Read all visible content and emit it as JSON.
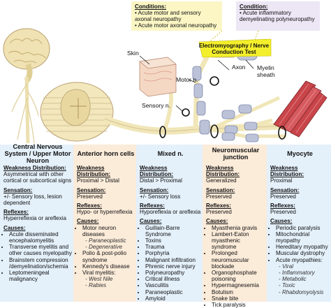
{
  "conditions_left": {
    "heading": "Conditions:",
    "items": [
      "Acute motor and sensory axonal neuropathy",
      "Acute motor axonal neuropathy"
    ]
  },
  "conditions_right": {
    "heading": "Condition:",
    "items": [
      "Acute inflammatory demyelinating polyneuropathy"
    ]
  },
  "emg_label": "Electromyography / Nerve Conduction Test",
  "labels": {
    "skin": "Skin",
    "axon": "Axon",
    "myelin": "Myelin sheath",
    "motor": "Motor n.",
    "sensory": "Sensory n."
  },
  "columns": [
    {
      "title": "Central Nervous System / Upper Motor Neuron",
      "weakness": "Asymmetrical with other cortical or subcortical signs",
      "sensation": "+/- Sensory loss, lesion dependent",
      "reflexes": "Hyperreflexia or areflexia",
      "causes": [
        {
          "text": "Acute disseminated encephalomyelitis"
        },
        {
          "text": "Transverse myelitis and other causes myelopathy"
        },
        {
          "text": "Brainstem compression /demyelination/schemia"
        },
        {
          "text": "Leptomeningeal malignancy"
        }
      ]
    },
    {
      "title": "Anterior horn cells",
      "weakness": "Proximal > Distal",
      "sensation": "Preserved",
      "reflexes": "Hypo- or hyperreflexia",
      "causes": [
        {
          "text": "Motor neuron diseases"
        },
        {
          "text": "Paraneoplastic",
          "sub": true
        },
        {
          "text": "Degenerative",
          "sub": true
        },
        {
          "text": "Polio & post-polio syndrome"
        },
        {
          "text": "Kennedy's disease"
        },
        {
          "text": "Viral myelitis:"
        },
        {
          "text": "West Nile",
          "sub": true
        },
        {
          "text": "Rabies",
          "sub": true
        }
      ]
    },
    {
      "title": "Mixed n.",
      "weakness": "Distal > Proximal",
      "sensation": "+/- Sensory loss",
      "reflexes": "Hyporeflexia or areflexia",
      "causes": [
        {
          "text": "Guillain-Barre Syndrome"
        },
        {
          "text": "Toxins"
        },
        {
          "text": "Trauma"
        },
        {
          "text": "Porphyria"
        },
        {
          "text": "Malignant infiltration"
        },
        {
          "text": "Phrenic nerve injury"
        },
        {
          "text": "Polyneuropathy"
        },
        {
          "text": "Critical illness"
        },
        {
          "text": "Vasculitis"
        },
        {
          "text": "Paraneoplastic"
        },
        {
          "text": "Amyloid"
        }
      ]
    },
    {
      "title": "Neuromuscular junction",
      "weakness": "Generalized",
      "sensation": "Preserved",
      "reflexes": "Preserved",
      "causes": [
        {
          "text": "Myasthenia gravis"
        },
        {
          "text": "Lambert-Eaton myasthenic syndrome"
        },
        {
          "text": "Prolonged neuromuscular blockade"
        },
        {
          "text": "Organophosphate poisoning"
        },
        {
          "text": "Hypermagnesemia"
        },
        {
          "text": "Botulism"
        },
        {
          "text": "Snake bite"
        },
        {
          "text": "Tick paralysis"
        }
      ]
    },
    {
      "title": "Myocyte",
      "weakness": "Proximal",
      "sensation": "Preserved",
      "reflexes": "Preserved",
      "causes": [
        {
          "text": "Periodic paralysis"
        },
        {
          "text": "Mitochondrial myopathy"
        },
        {
          "text": "Hereditary myopathy"
        },
        {
          "text": "Muscular dystrophy"
        },
        {
          "text": "Acute myopathies:"
        },
        {
          "text": "Viral",
          "sub": true
        },
        {
          "text": "Inflammatory",
          "sub": true
        },
        {
          "text": "Metabolic",
          "sub": true
        },
        {
          "text": "Toxic",
          "sub": true
        },
        {
          "text": "Rhabdomyolysis",
          "sub": true
        }
      ]
    }
  ],
  "section_headings": {
    "weakness": "Weakness Distribution:",
    "sensation": "Sensation:",
    "reflexes": "Reflexes:",
    "causes": "Causes:"
  },
  "colors": {
    "col_blue": "#e4f0fa",
    "col_peach": "#fbebd9",
    "cond_yellow": "#fbf6c4",
    "cond_lavender": "#ece6f5",
    "emg_yellow": "#f4ef2b",
    "nerve": "#f1e6b8",
    "nerve_stroke": "#b8a878",
    "myelin": "#bcc3d9",
    "muscle": "#c9454a"
  }
}
